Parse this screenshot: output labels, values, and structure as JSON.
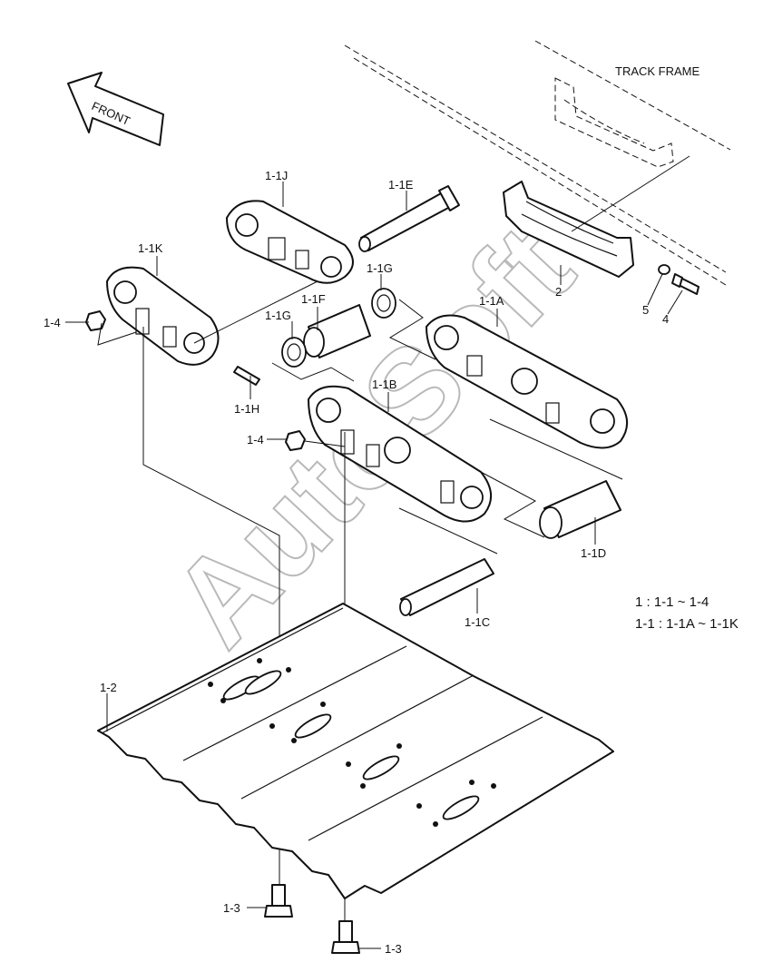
{
  "frame_label": "TRACK FRAME",
  "front_label": "FRONT",
  "watermark": "AutoSoft",
  "legend": {
    "line1": "1 : 1-1 ~ 1-4",
    "line2": "1-1 : 1-1A ~ 1-1K"
  },
  "callouts": {
    "c_1_1J": "1-1J",
    "c_1_1E": "1-1E",
    "c_1_1K": "1-1K",
    "c_1_1G_top": "1-1G",
    "c_1_1F": "1-1F",
    "c_1_1G_left": "1-1G",
    "c_1_1A": "1-1A",
    "c_1_4_top": "1-4",
    "c_1_1H": "1-1H",
    "c_1_1B": "1-1B",
    "c_1_4_mid": "1-4",
    "c_1_1D": "1-1D",
    "c_1_1C": "1-1C",
    "c_1_2": "1-2",
    "c_1_3_upper": "1-3",
    "c_1_3_lower": "1-3",
    "c_2": "2",
    "c_5": "5",
    "c_4": "4"
  }
}
